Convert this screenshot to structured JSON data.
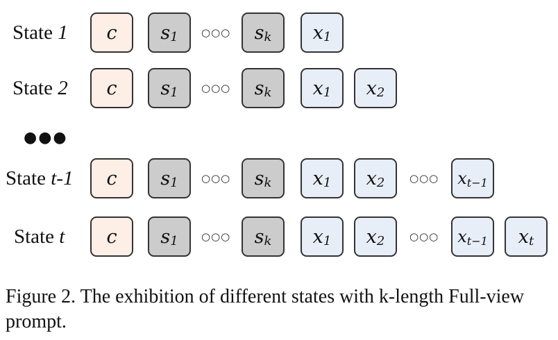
{
  "rows": [
    {
      "label_prefix": "State ",
      "label_index": "1",
      "tokens": [
        {
          "kind": "ctx",
          "base": "c",
          "sub": ""
        },
        {
          "kind": "sys",
          "base": "s",
          "sub": "1"
        },
        {
          "kind": "dots",
          "text": "○○○"
        },
        {
          "kind": "sys",
          "base": "s",
          "sub": "k"
        },
        {
          "kind": "inp",
          "base": "x",
          "sub": "1"
        }
      ]
    },
    {
      "label_prefix": "State ",
      "label_index": "2",
      "tokens": [
        {
          "kind": "ctx",
          "base": "c",
          "sub": ""
        },
        {
          "kind": "sys",
          "base": "s",
          "sub": "1"
        },
        {
          "kind": "dots",
          "text": "○○○"
        },
        {
          "kind": "sys",
          "base": "s",
          "sub": "k"
        },
        {
          "kind": "inp",
          "base": "x",
          "sub": "1"
        },
        {
          "kind": "inp",
          "base": "x",
          "sub": "2"
        }
      ]
    },
    {
      "label_prefix": "State ",
      "label_index": "t-1",
      "tokens": [
        {
          "kind": "ctx",
          "base": "c",
          "sub": ""
        },
        {
          "kind": "sys",
          "base": "s",
          "sub": "1"
        },
        {
          "kind": "dots",
          "text": "○○○"
        },
        {
          "kind": "sys",
          "base": "s",
          "sub": "k"
        },
        {
          "kind": "inp",
          "base": "x",
          "sub": "1"
        },
        {
          "kind": "inp",
          "base": "x",
          "sub": "2"
        },
        {
          "kind": "dots",
          "text": "○○○"
        },
        {
          "kind": "inp",
          "base": "x",
          "sub": "t−1"
        }
      ]
    },
    {
      "label_prefix": "State ",
      "label_index": "t",
      "tokens": [
        {
          "kind": "ctx",
          "base": "c",
          "sub": ""
        },
        {
          "kind": "sys",
          "base": "s",
          "sub": "1"
        },
        {
          "kind": "dots",
          "text": "○○○"
        },
        {
          "kind": "sys",
          "base": "s",
          "sub": "k"
        },
        {
          "kind": "inp",
          "base": "x",
          "sub": "1"
        },
        {
          "kind": "inp",
          "base": "x",
          "sub": "2"
        },
        {
          "kind": "dots",
          "text": "○○○"
        },
        {
          "kind": "inp",
          "base": "x",
          "sub": "t−1"
        },
        {
          "kind": "inp",
          "base": "x",
          "sub": "t"
        }
      ]
    }
  ],
  "ellipsis": "●●●",
  "caption": "Figure 2. The exhibition of different states with k-length Full-view prompt.",
  "colors": {
    "context_box": "#fdeee6",
    "system_box": "#cccccc",
    "input_box": "#e8eef8",
    "border": "#333333"
  }
}
